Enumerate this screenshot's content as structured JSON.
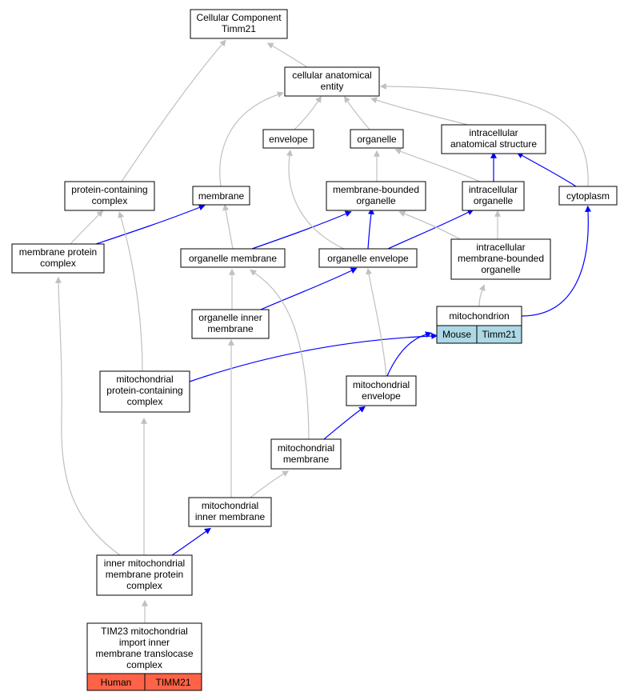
{
  "colors": {
    "edge_gray": "#c0c0c0",
    "edge_blue": "#0000ff",
    "tag_mouse": "#add8e6",
    "tag_human": "#ff6347"
  },
  "nodes": {
    "root": [
      "Cellular Component",
      "Timm21"
    ],
    "cae": [
      "cellular anatomical",
      "entity"
    ],
    "envelope": [
      "envelope"
    ],
    "organelle": [
      "organelle"
    ],
    "ias": [
      "intracellular",
      "anatomical structure"
    ],
    "pcc": [
      "protein-containing",
      "complex"
    ],
    "membrane": [
      "membrane"
    ],
    "mbo": [
      "membrane-bounded",
      "organelle"
    ],
    "io": [
      "intracellular",
      "organelle"
    ],
    "cytoplasm": [
      "cytoplasm"
    ],
    "mpc": [
      "membrane protein",
      "complex"
    ],
    "om": [
      "organelle membrane"
    ],
    "oe": [
      "organelle envelope"
    ],
    "imbo": [
      "intracellular",
      "membrane-bounded",
      "organelle"
    ],
    "mito": [
      "mitochondrion"
    ],
    "oim": [
      "organelle inner",
      "membrane"
    ],
    "mpcc": [
      "mitochondrial",
      "protein-containing",
      "complex"
    ],
    "menv": [
      "mitochondrial",
      "envelope"
    ],
    "mmem": [
      "mitochondrial",
      "membrane"
    ],
    "mim": [
      "mitochondrial",
      "inner membrane"
    ],
    "impc": [
      "inner mitochondrial",
      "membrane protein",
      "complex"
    ],
    "tim23": [
      "TIM23 mitochondrial",
      "import inner",
      "membrane translocase",
      "complex"
    ]
  },
  "tags": {
    "mito_species": "Mouse",
    "mito_gene": "Timm21",
    "tim23_species": "Human",
    "tim23_gene": "TIMM21"
  },
  "edges": [
    {
      "from": "cae",
      "to": "root",
      "color": "gray"
    },
    {
      "from": "pcc",
      "to": "root",
      "color": "gray"
    },
    {
      "from": "envelope",
      "to": "cae",
      "color": "gray"
    },
    {
      "from": "organelle",
      "to": "cae",
      "color": "gray"
    },
    {
      "from": "ias",
      "to": "cae",
      "color": "gray"
    },
    {
      "from": "membrane",
      "to": "cae",
      "color": "gray"
    },
    {
      "from": "cytoplasm",
      "to": "cae",
      "color": "gray"
    },
    {
      "from": "mbo",
      "to": "organelle",
      "color": "gray"
    },
    {
      "from": "io",
      "to": "organelle",
      "color": "gray"
    },
    {
      "from": "io",
      "to": "ias",
      "color": "blue"
    },
    {
      "from": "cytoplasm",
      "to": "ias",
      "color": "blue"
    },
    {
      "from": "mpc",
      "to": "pcc",
      "color": "gray"
    },
    {
      "from": "mpc",
      "to": "membrane",
      "color": "blue"
    },
    {
      "from": "om",
      "to": "membrane",
      "color": "gray"
    },
    {
      "from": "om",
      "to": "mbo",
      "color": "blue"
    },
    {
      "from": "oe",
      "to": "mbo",
      "color": "blue"
    },
    {
      "from": "oe",
      "to": "envelope",
      "color": "gray"
    },
    {
      "from": "oe",
      "to": "io",
      "color": "blue"
    },
    {
      "from": "imbo",
      "to": "mbo",
      "color": "gray"
    },
    {
      "from": "imbo",
      "to": "io",
      "color": "gray"
    },
    {
      "from": "mito",
      "to": "imbo",
      "color": "gray"
    },
    {
      "from": "mito",
      "to": "cytoplasm",
      "color": "blue"
    },
    {
      "from": "oim",
      "to": "om",
      "color": "gray"
    },
    {
      "from": "oim",
      "to": "oe",
      "color": "blue"
    },
    {
      "from": "mpcc",
      "to": "pcc",
      "color": "gray"
    },
    {
      "from": "mpcc",
      "to": "mito",
      "color": "blue"
    },
    {
      "from": "menv",
      "to": "oe",
      "color": "gray"
    },
    {
      "from": "menv",
      "to": "mito",
      "color": "blue"
    },
    {
      "from": "mmem",
      "to": "om",
      "color": "gray"
    },
    {
      "from": "mmem",
      "to": "menv",
      "color": "blue"
    },
    {
      "from": "mim",
      "to": "oim",
      "color": "gray"
    },
    {
      "from": "mim",
      "to": "mmem",
      "color": "gray"
    },
    {
      "from": "impc",
      "to": "mpc",
      "color": "gray"
    },
    {
      "from": "impc",
      "to": "mpcc",
      "color": "gray"
    },
    {
      "from": "impc",
      "to": "mim",
      "color": "blue"
    },
    {
      "from": "tim23",
      "to": "impc",
      "color": "gray"
    }
  ]
}
